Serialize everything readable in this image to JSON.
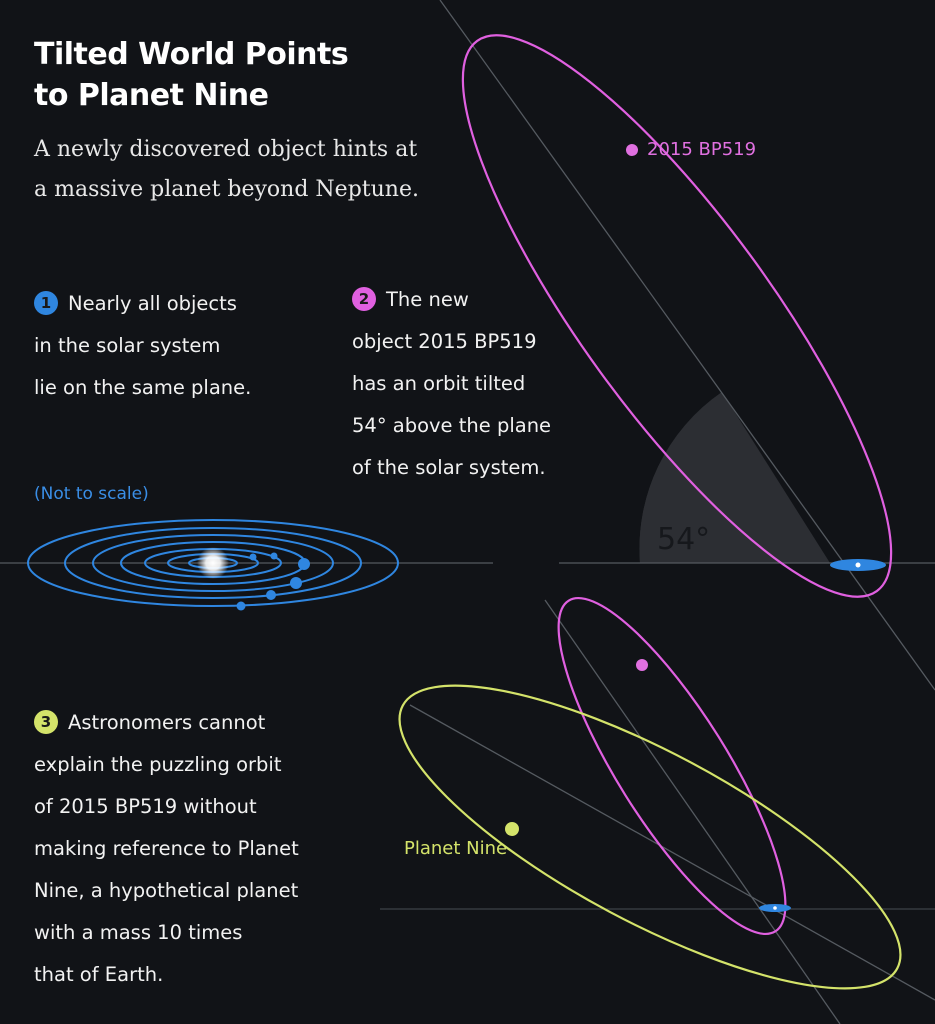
{
  "header": {
    "title_line1": "Tilted World Points",
    "title_line2": "to Planet Nine",
    "subtitle_line1": "A newly discovered object hints at",
    "subtitle_line2": "a massive planet beyond Neptune."
  },
  "steps": [
    {
      "number": "1",
      "color": "#2f86e0",
      "lines": [
        "Nearly all objects",
        "in the solar system",
        "lie on the same plane."
      ]
    },
    {
      "number": "2",
      "color": "#e060e0",
      "lines": [
        "The new",
        "object 2015 BP519",
        "has an orbit tilted",
        "54° above the plane",
        "of the solar system."
      ]
    },
    {
      "number": "3",
      "color": "#d4e36a",
      "lines": [
        "Astronomers cannot",
        "explain the puzzling orbit",
        "of 2015 BP519 without",
        "making reference to Planet",
        "Nine, a hypothetical planet",
        "with a mass 10 times",
        "that of Earth."
      ]
    }
  ],
  "diagram": {
    "scale_note": "(Not to scale)",
    "angle_label": "54°",
    "object_label": "2015 BP519",
    "planet_nine_label": "Planet Nine",
    "colors": {
      "background": "#111317",
      "solar_system": "#2f86e0",
      "bp519": "#e060e0",
      "planet_nine": "#d4e36a",
      "axis": "#555a60",
      "wedge": "#2c2e33"
    }
  }
}
